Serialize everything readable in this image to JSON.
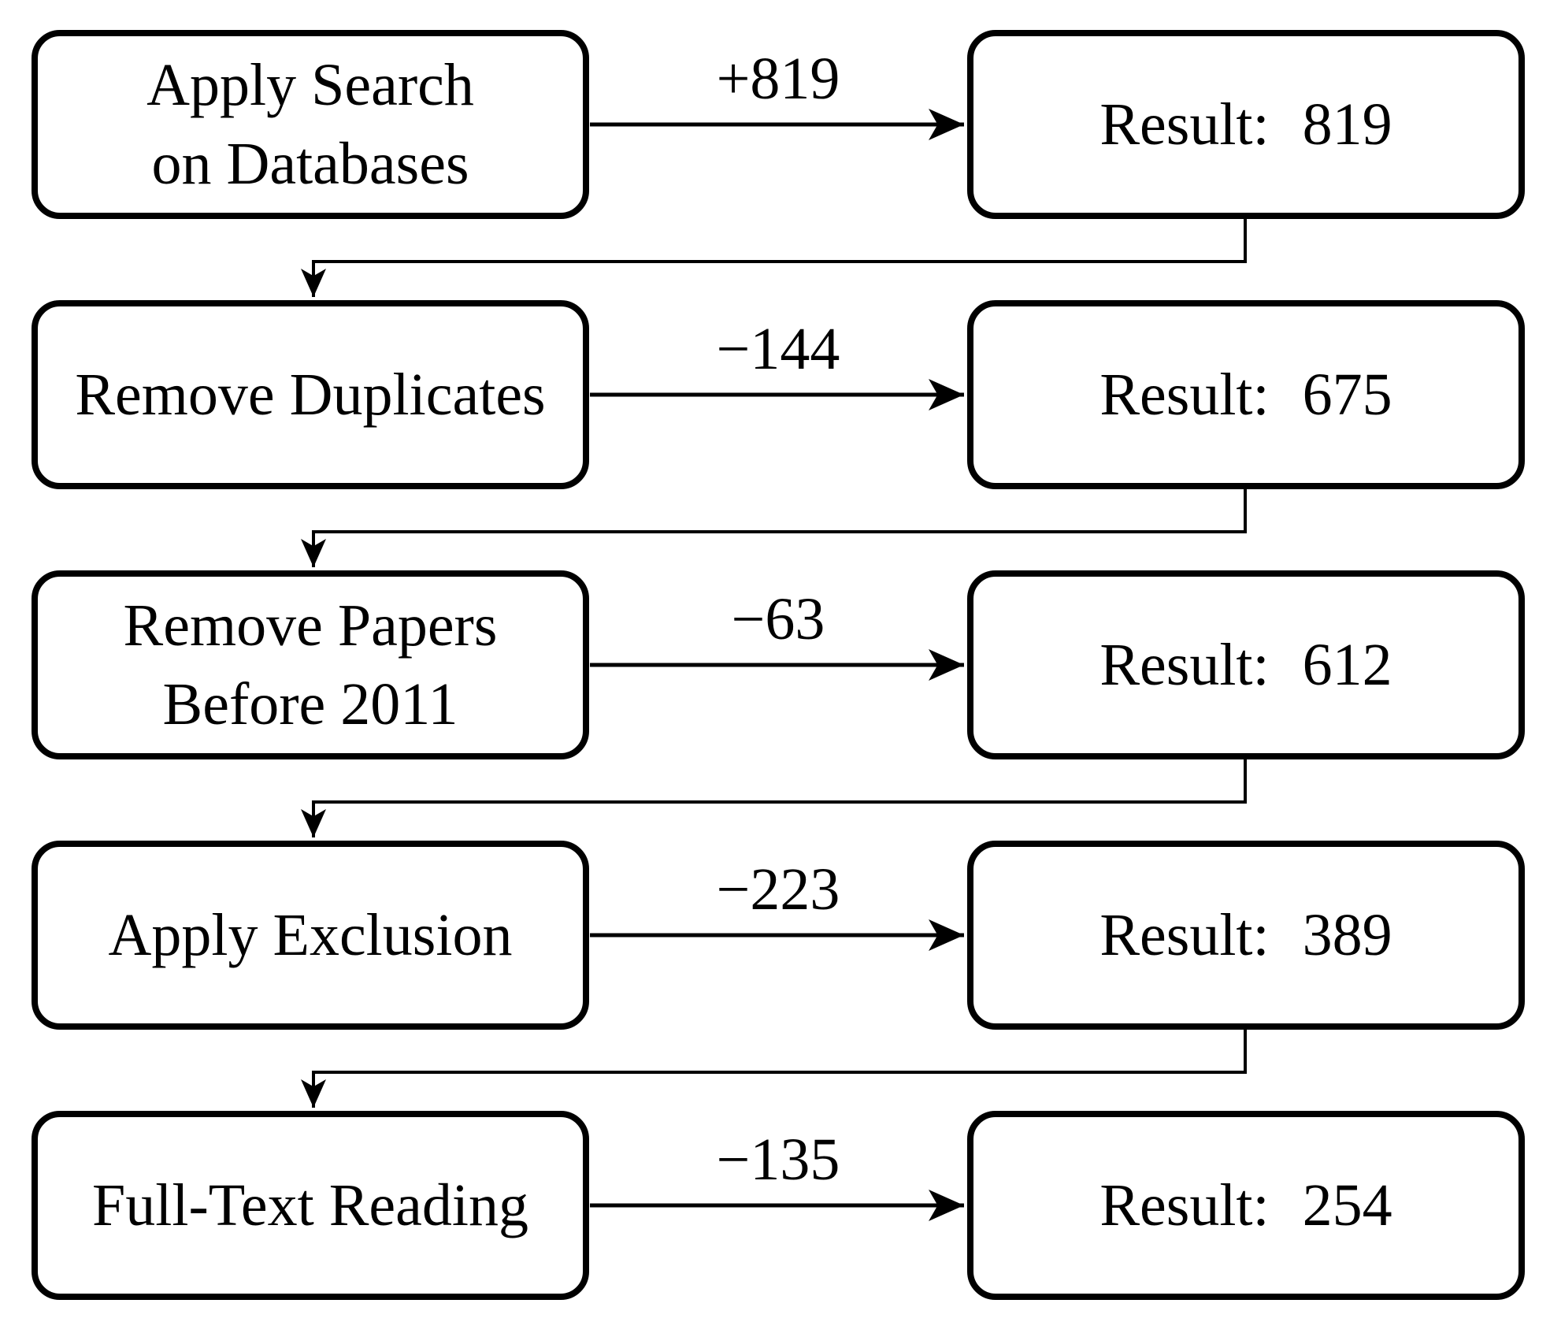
{
  "diagram": {
    "background_color": "#ffffff",
    "line_color": "#000000",
    "rows": [
      {
        "step": "Apply Search\non Databases",
        "delta": "+819",
        "result_label": "Result:",
        "result_value": "819"
      },
      {
        "step": "Remove Duplicates",
        "delta": "−144",
        "result_label": "Result:",
        "result_value": "675"
      },
      {
        "step": "Remove Papers\nBefore 2011",
        "delta": "−63",
        "result_label": "Result:",
        "result_value": "612"
      },
      {
        "step": "Apply Exclusion",
        "delta": "−223",
        "result_label": "Result:",
        "result_value": "389"
      },
      {
        "step": "Full-Text Reading",
        "delta": "−135",
        "result_label": "Result:",
        "result_value": "254"
      }
    ]
  }
}
